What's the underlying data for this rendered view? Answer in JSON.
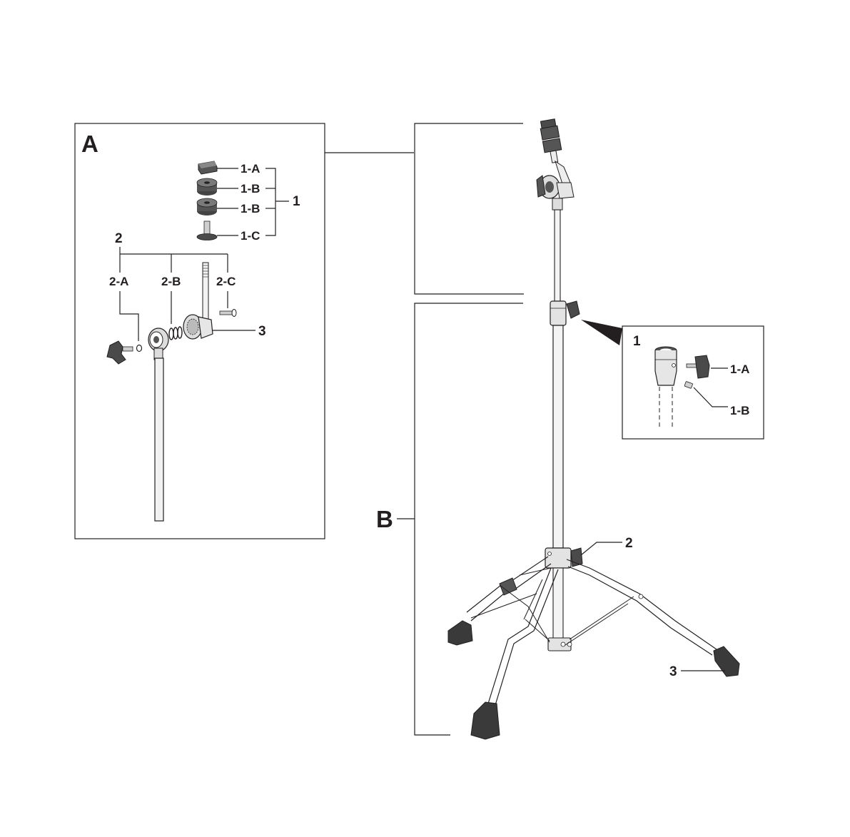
{
  "panel_a": {
    "letter": "A",
    "felt_group": {
      "label": "1",
      "parts": [
        "1-A",
        "1-B",
        "1-B",
        "1-C"
      ]
    },
    "tilter_group": {
      "label": "2",
      "parts": [
        "2-A",
        "2-B",
        "2-C"
      ]
    },
    "screw_label": "3"
  },
  "panel_b": {
    "letter": "B",
    "detail": {
      "label": "1",
      "parts": [
        "1-A",
        "1-B"
      ]
    },
    "leg_joint_label": "2",
    "foot_label": "3"
  },
  "colors": {
    "ink": "#231f20",
    "rubber": "#3a3a3a",
    "metal": "#d9d9d9",
    "background": "#ffffff"
  }
}
